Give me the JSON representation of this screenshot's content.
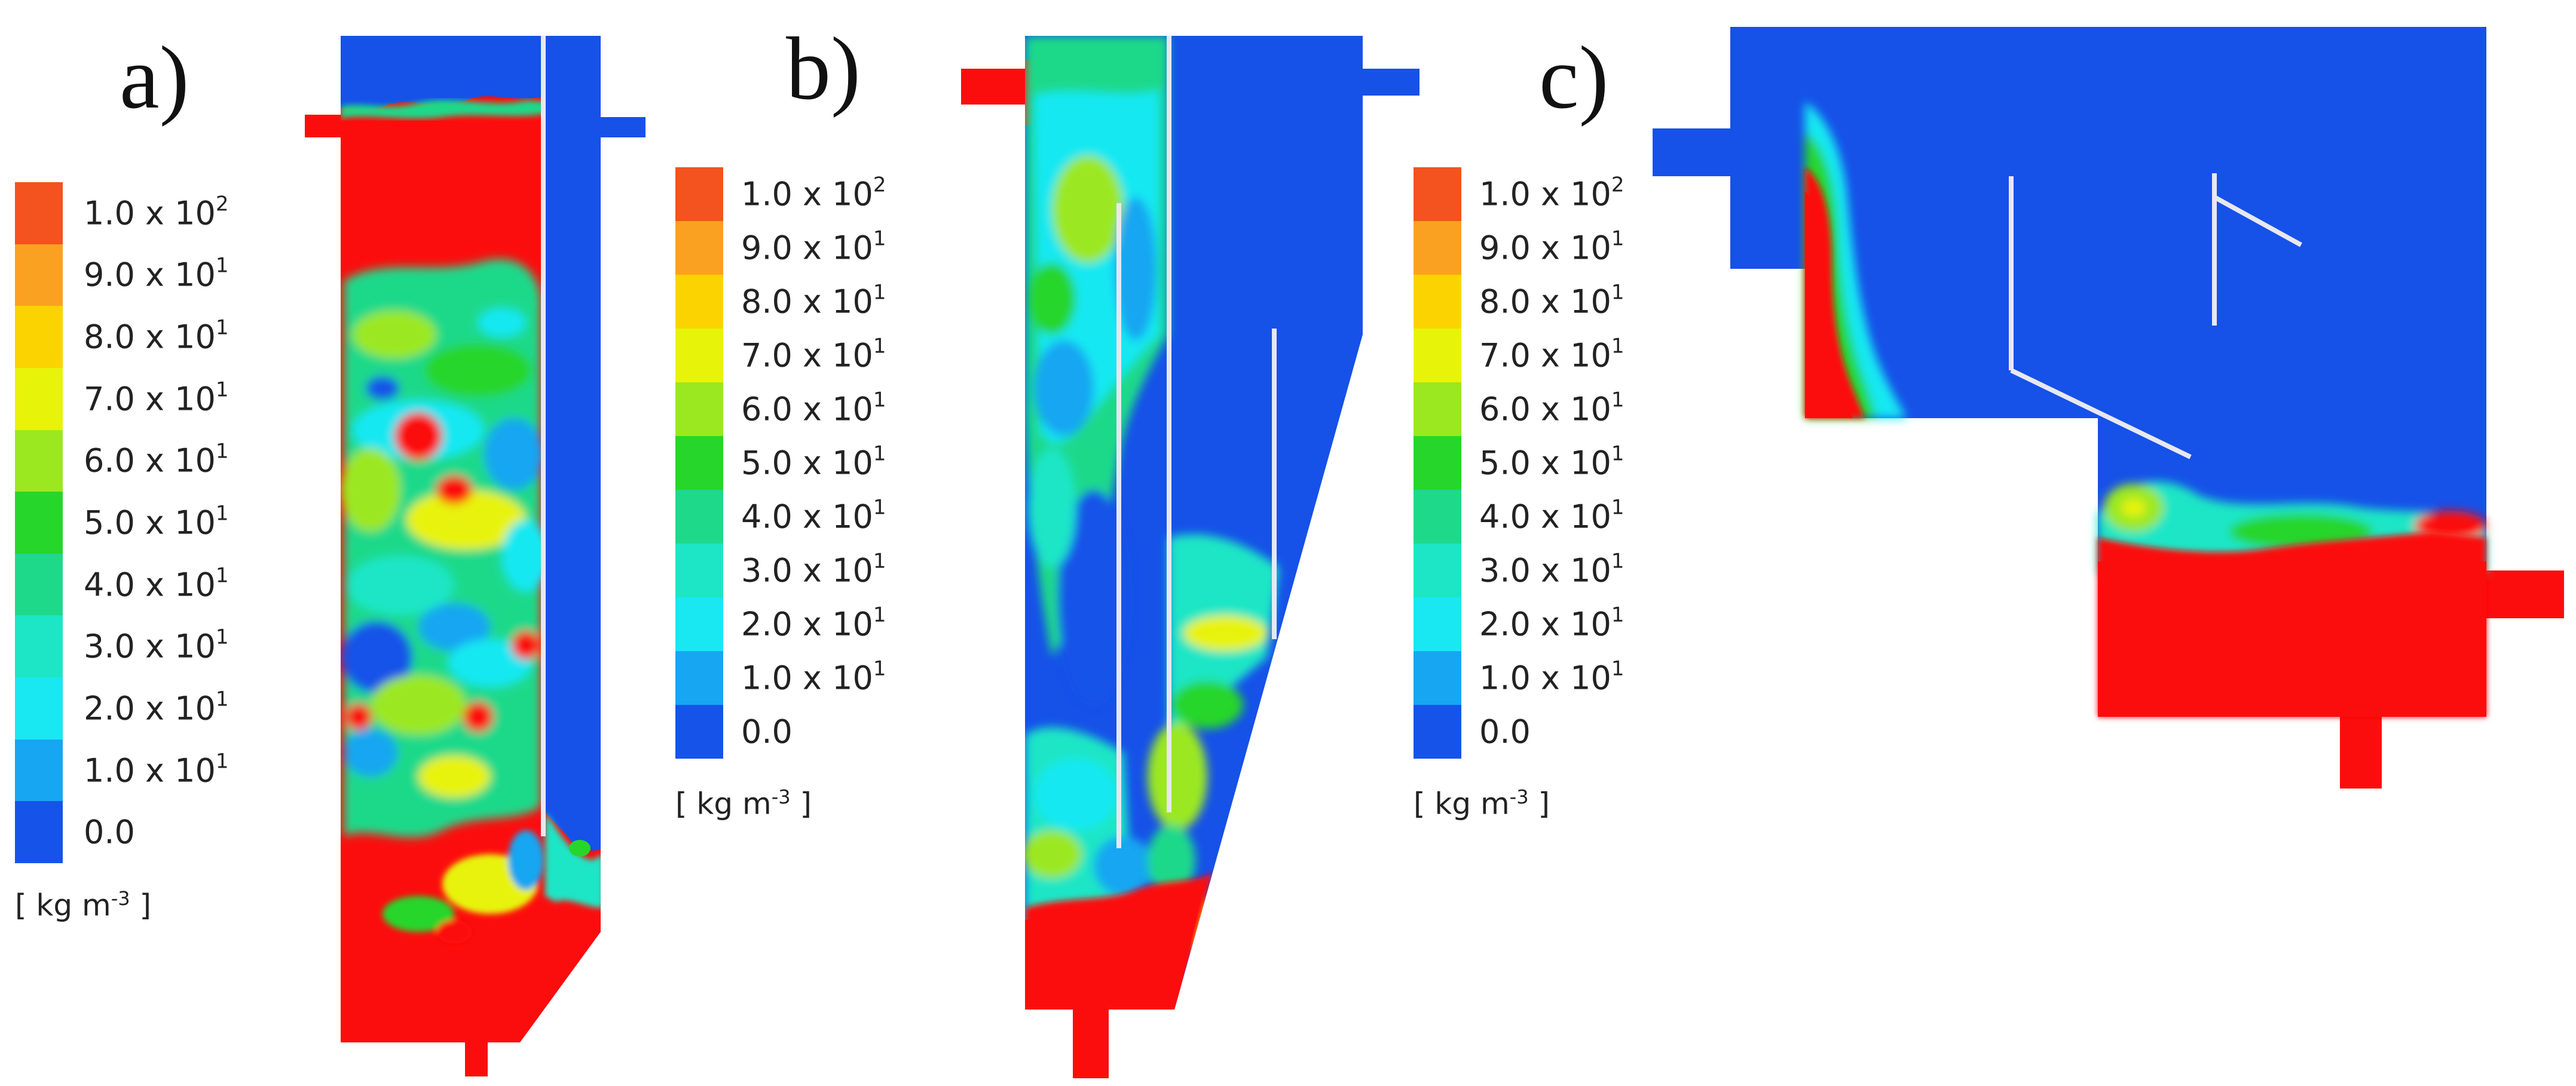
{
  "panels": [
    {
      "id": "a",
      "label": "a)"
    },
    {
      "id": "b",
      "label": "b)"
    },
    {
      "id": "c",
      "label": "c)"
    }
  ],
  "legend": {
    "unit_base": "[ kg m",
    "unit_exp": "-3",
    "unit_close": "]",
    "ticks": [
      {
        "mant": "1.0 x 10",
        "exp": "2"
      },
      {
        "mant": "9.0 x 10",
        "exp": "1"
      },
      {
        "mant": "8.0 x 10",
        "exp": "1"
      },
      {
        "mant": "7.0 x 10",
        "exp": "1"
      },
      {
        "mant": "6.0 x 10",
        "exp": "1"
      },
      {
        "mant": "5.0 x 10",
        "exp": "1"
      },
      {
        "mant": "4.0 x 10",
        "exp": "1"
      },
      {
        "mant": "3.0 x 10",
        "exp": "1"
      },
      {
        "mant": "2.0 x 10",
        "exp": "1"
      },
      {
        "mant": "1.0 x 10",
        "exp": "1"
      },
      {
        "mant": "0.0",
        "exp": ""
      }
    ],
    "colors": [
      "#f4521e",
      "#fba122",
      "#fbd400",
      "#e8f30a",
      "#9be820",
      "#27d62a",
      "#1fd98a",
      "#1de6c6",
      "#19e8f2",
      "#17a6f2",
      "#1653e8"
    ]
  },
  "colors": {
    "red": "#fc0d0d",
    "blue": "#1651e8",
    "wall": "#e8e8f0"
  }
}
